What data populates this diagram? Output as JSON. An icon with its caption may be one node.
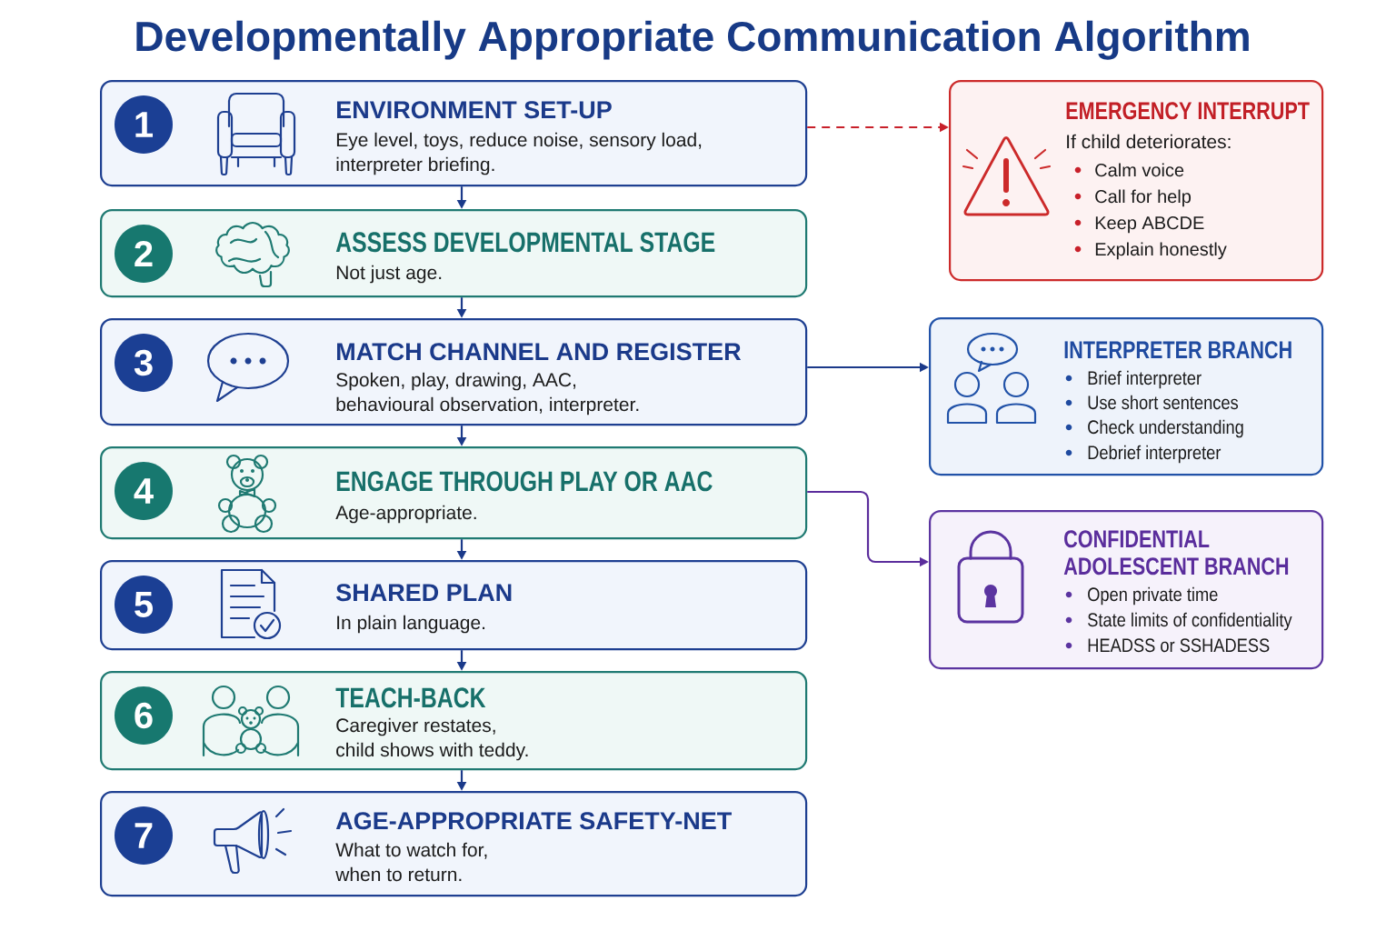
{
  "diagram": {
    "title": "Developmentally Appropriate Communication Algorithm",
    "nodes": [
      {
        "text": [
          "ENVIRONMENT SET-UP",
          "Eye level, toys, reduce noise, sensory load, interpreter briefing."
        ]
      },
      {
        "text": [
          "1"
        ],
        "in": 0
      },
      {
        "text": [
          "ASSESS DEVELOPMENTAL STAGE",
          "Not just age."
        ]
      },
      {
        "text": [
          "2"
        ],
        "in": 2
      },
      {
        "text": [
          "MATCH CHANNEL AND REGISTER",
          "Spoken, play, drawing, AAC, behavioural observation, interpreter."
        ]
      },
      {
        "text": [
          "3"
        ],
        "in": 4
      },
      {
        "text": [
          "ENGAGE THROUGH PLAY OR AAC",
          "Age-appropriate."
        ]
      },
      {
        "text": [
          "4"
        ],
        "in": 6
      },
      {
        "text": [
          "SHARED PLAN",
          "In plain language."
        ]
      },
      {
        "text": [
          "5"
        ],
        "in": 8
      },
      {
        "text": [
          "TEACH-BACK",
          "Caregiver restates, child shows with teddy."
        ]
      },
      {
        "text": [
          "6"
        ],
        "in": 10
      },
      {
        "text": [
          "AGE-APPROPRIATE SAFETY-NET",
          "What to watch for, when to return."
        ]
      },
      {
        "text": [
          "7"
        ],
        "in": 12
      },
      {
        "text": [
          "EMERGENCY INTERRUPT",
          "If child deteriorates:",
          "Calm voice",
          "Call for help",
          "Keep ABCDE",
          "Explain honestly"
        ]
      },
      {
        "text": [
          "INTERPRETER BRANCH",
          "Brief interpreter",
          "Use short sentences",
          "Check understanding",
          "Debrief interpreter"
        ]
      },
      {
        "text": [
          "CONFIDENTIAL ADOLESCENT BRANCH",
          "Open private time",
          "State limits of confidentiality",
          "HEADSS or SSHADESS"
        ]
      }
    ],
    "edges": [
      {
        "from": 0,
        "to": 2,
        "arrow": "to"
      },
      {
        "from": 2,
        "to": 4,
        "arrow": "to"
      },
      {
        "from": 4,
        "to": 6,
        "arrow": "to"
      },
      {
        "from": 6,
        "to": 8,
        "arrow": "to"
      },
      {
        "from": 8,
        "to": 10,
        "arrow": "to"
      },
      {
        "from": 10,
        "to": 12,
        "arrow": "to"
      },
      {
        "from": 0,
        "to": 14,
        "arrow": "to",
        "style": "dashed",
        "color": "#c8202a"
      },
      {
        "from": 4,
        "to": 15,
        "arrow": "to"
      },
      {
        "from": 6,
        "to": 16,
        "arrow": "to",
        "color": "#5b2d9c"
      }
    ]
  }
}
